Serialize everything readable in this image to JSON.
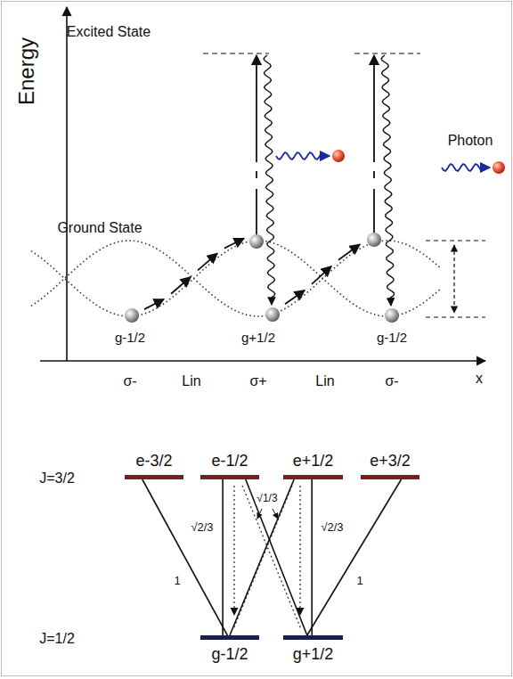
{
  "diagram": {
    "nodes": [
      {
        "text": [
          "e-3/2"
        ]
      },
      {
        "text": [
          "e-1/2"
        ]
      },
      {
        "text": [
          "e+1/2"
        ]
      },
      {
        "text": [
          "e+3/2"
        ]
      },
      {
        "text": [
          "g-1/2"
        ]
      },
      {
        "text": [
          "g+1/2"
        ]
      }
    ],
    "edges": [
      {
        "from": 4,
        "to": 0,
        "arrow": "none",
        "label": "1"
      },
      {
        "from": 4,
        "to": 1,
        "arrow": "none",
        "label": "√2/3"
      },
      {
        "from": 4,
        "to": 2,
        "arrow": "none"
      },
      {
        "from": 5,
        "to": 1,
        "arrow": "none"
      },
      {
        "from": 5,
        "to": 2,
        "arrow": "none",
        "label": "√2/3"
      },
      {
        "from": 5,
        "to": 3,
        "arrow": "none",
        "label": "1"
      }
    ],
    "labels": [
      "Energy",
      "Excited State",
      "Ground State",
      "Photon",
      "g-1/2",
      "g+1/2",
      "g-1/2",
      "σ-",
      "Lin",
      "σ+",
      "Lin",
      "σ-",
      "x",
      "J=3/2",
      "J=1/2",
      "√1/3"
    ]
  }
}
